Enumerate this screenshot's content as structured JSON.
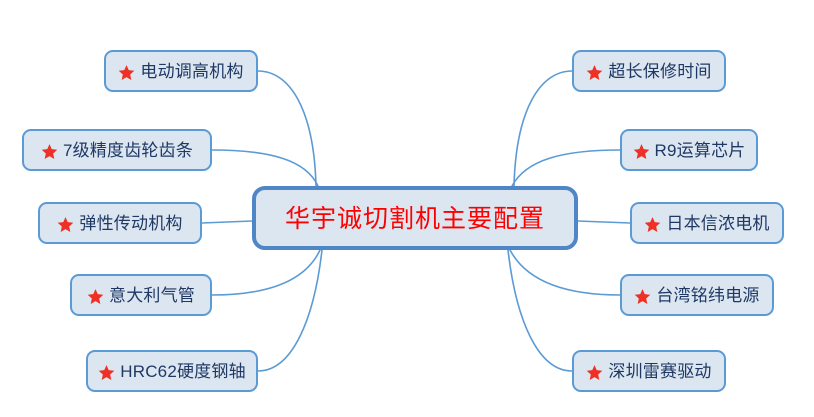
{
  "diagram": {
    "type": "mind-map",
    "title": "华宇诚切割机主要配置",
    "center": {
      "label": "华宇诚切割机主要配置",
      "text_color": "#ff0000",
      "fill_color": "#dce6f1",
      "border_color": "#4f86c6"
    },
    "style": {
      "background": "#ffffff",
      "leaf_fill": "#dce6f1",
      "leaf_border": "#5b9bd5",
      "leaf_text": "#1f3864",
      "connector_color": "#5b9bd5",
      "bullet_icon": "star-icon",
      "bullet_color": "#ee3124"
    },
    "branches_left": [
      {
        "label": "电动调高机构",
        "icon": "star-icon"
      },
      {
        "label": "7级精度齿轮齿条",
        "icon": "star-icon"
      },
      {
        "label": "弹性传动机构",
        "icon": "star-icon"
      },
      {
        "label": "意大利气管",
        "icon": "star-icon"
      },
      {
        "label": "HRC62硬度钢轴",
        "icon": "star-icon"
      }
    ],
    "branches_right": [
      {
        "label": "超长保修时间",
        "icon": "star-icon"
      },
      {
        "label": "R9运算芯片",
        "icon": "star-icon"
      },
      {
        "label": "日本信浓电机",
        "icon": "star-icon"
      },
      {
        "label": "台湾铭纬电源",
        "icon": "star-icon"
      },
      {
        "label": "深圳雷赛驱动",
        "icon": "star-icon"
      }
    ]
  }
}
